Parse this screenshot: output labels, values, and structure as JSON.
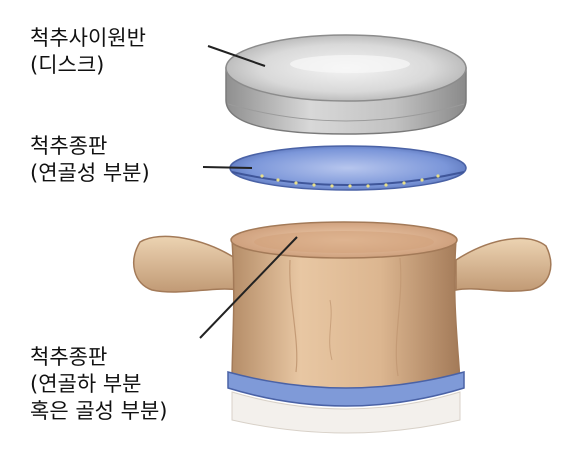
{
  "labels": {
    "disc": {
      "line1": "척추사이원반",
      "line2": "(디스크)"
    },
    "cartilage_endplate": {
      "line1": "척추종판",
      "line2": "(연골성 부분)"
    },
    "body_endplate": {
      "line1": "척추종판",
      "line2": "(연골하 부분",
      "line3": "혹은 골성 부분)"
    }
  },
  "colors": {
    "disc": "#c8c8c8",
    "endplate": "#7f9ad8",
    "bone": "#d9b48c",
    "leader_line": "#222222"
  }
}
